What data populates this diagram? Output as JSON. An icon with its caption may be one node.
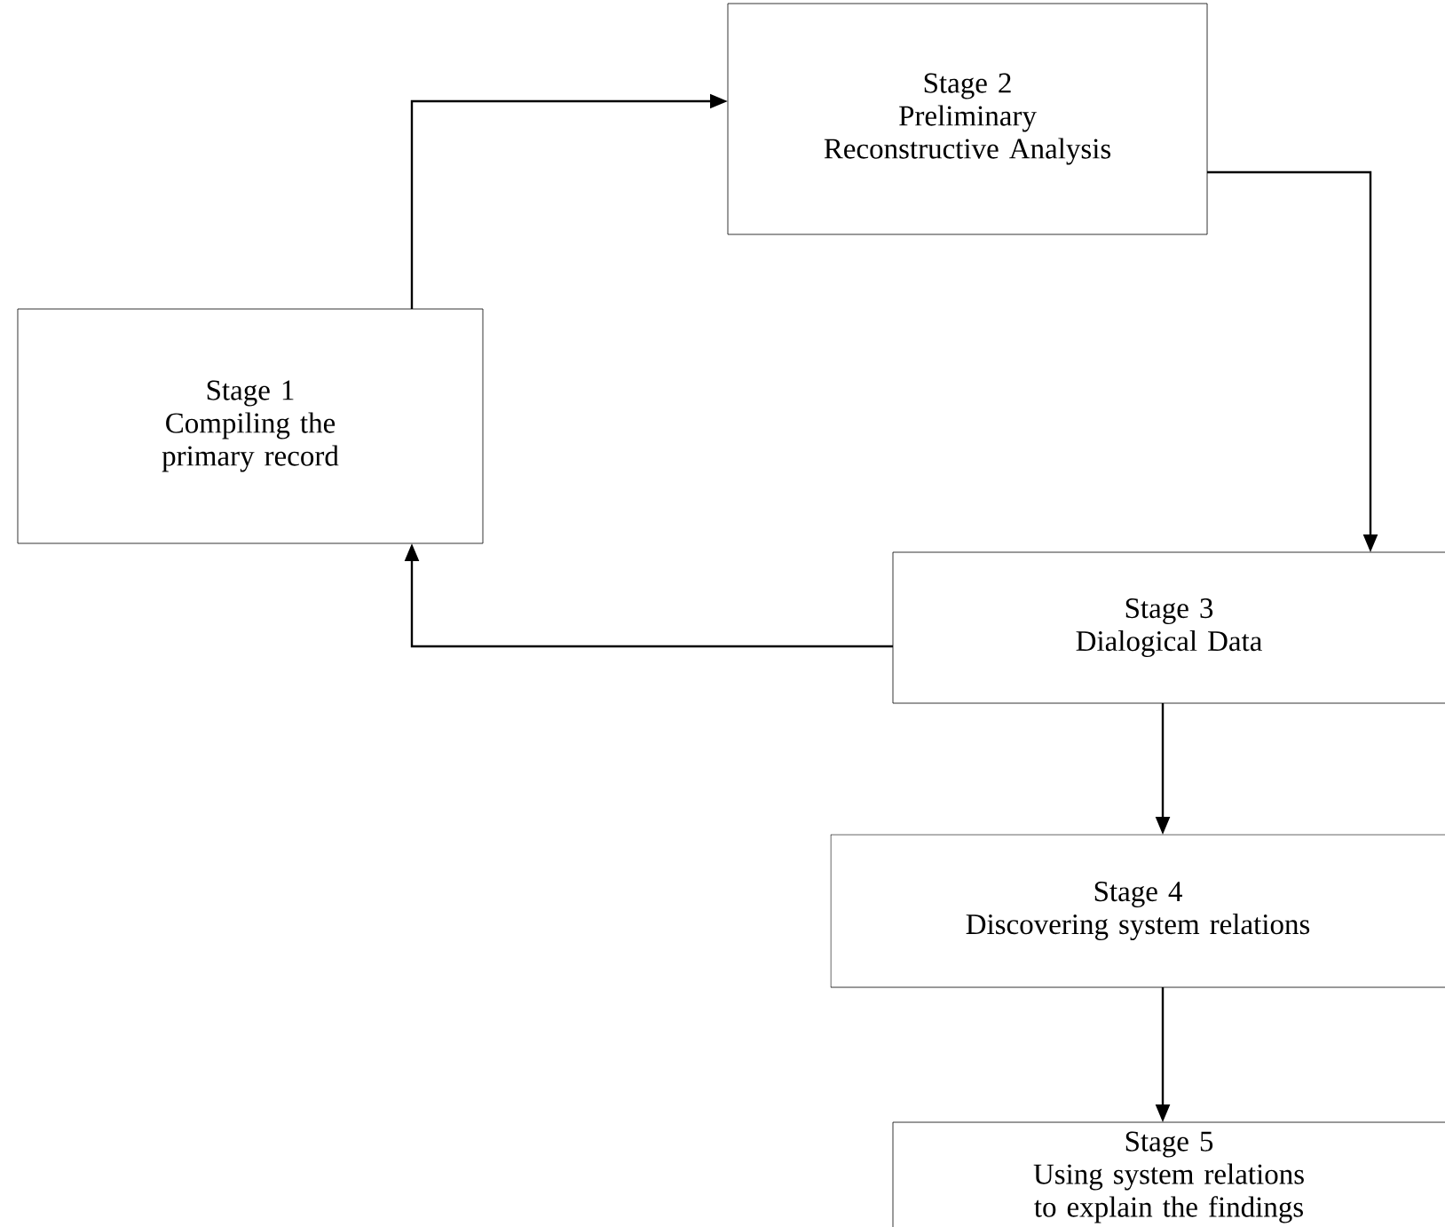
{
  "diagram": {
    "nodes": [
      {
        "text": [
          "Stage 1",
          "Compiling the primary record"
        ]
      },
      {
        "text": [
          "Stage 2",
          "Preliminary Reconstructive Analysis"
        ]
      },
      {
        "text": [
          "Stage 3",
          "Dialogical Data"
        ]
      },
      {
        "text": [
          "Stage 4",
          "Discovering system relations"
        ]
      },
      {
        "text": [
          "Stage 5",
          "Using system relations to explain the findings"
        ]
      }
    ],
    "edges": [
      {
        "from": 0,
        "to": 1,
        "arrow": "to"
      },
      {
        "from": 1,
        "to": 2,
        "arrow": "to"
      },
      {
        "from": 2,
        "to": 0,
        "arrow": "to"
      },
      {
        "from": 2,
        "to": 3,
        "arrow": "to"
      },
      {
        "from": 3,
        "to": 4,
        "arrow": "to"
      }
    ]
  }
}
